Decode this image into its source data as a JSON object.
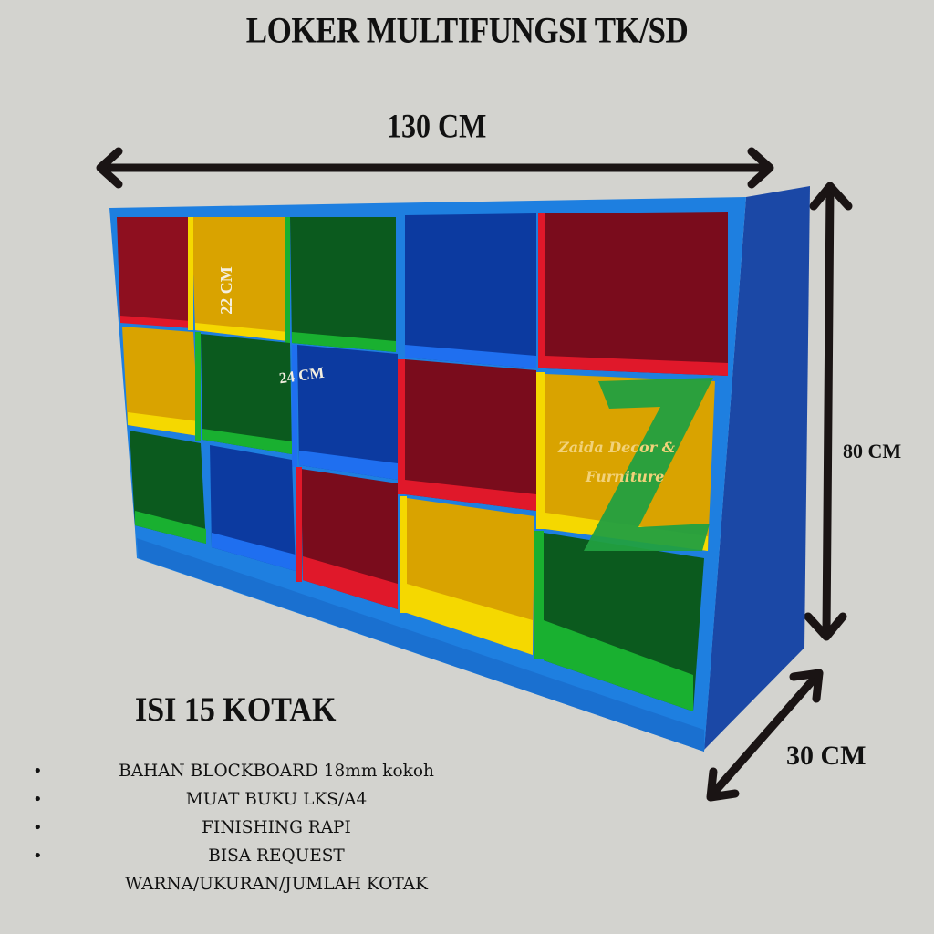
{
  "title": "LOKER MULTIFUNGSI TK/SD",
  "dimensions": {
    "width": "130 CM",
    "height": "80 CM",
    "depth": "30 CM",
    "cell_height": "22 CM",
    "cell_width": "24 CM"
  },
  "brand": {
    "line1": "Zaida Decor &",
    "line2": "Furniture",
    "logo_letter": "Z"
  },
  "count_heading": "ISI 15 KOTAK",
  "features": [
    "BAHAN BLOCKBOARD 18mm kokoh",
    "MUAT BUKU LKS/A4",
    "FINISHING RAPI",
    "BISA REQUEST",
    "WARNA/UKURAN/JUMLAH KOTAK"
  ],
  "colors": {
    "background": "#d3d3cf",
    "frame_blue": "#1e7fe0",
    "red": "#8e0f1f",
    "yellow": "#e6b400",
    "green": "#0b5a1e",
    "blue": "#0c3aa0",
    "logo_green": "#22a040",
    "brand_text": "#f2d27a"
  },
  "cells": [
    [
      "red",
      "yellow",
      "green",
      "blue",
      "red"
    ],
    [
      "yellow",
      "green",
      "blue",
      "red",
      "yellow"
    ],
    [
      "green",
      "blue",
      "red",
      "yellow",
      "green"
    ]
  ]
}
